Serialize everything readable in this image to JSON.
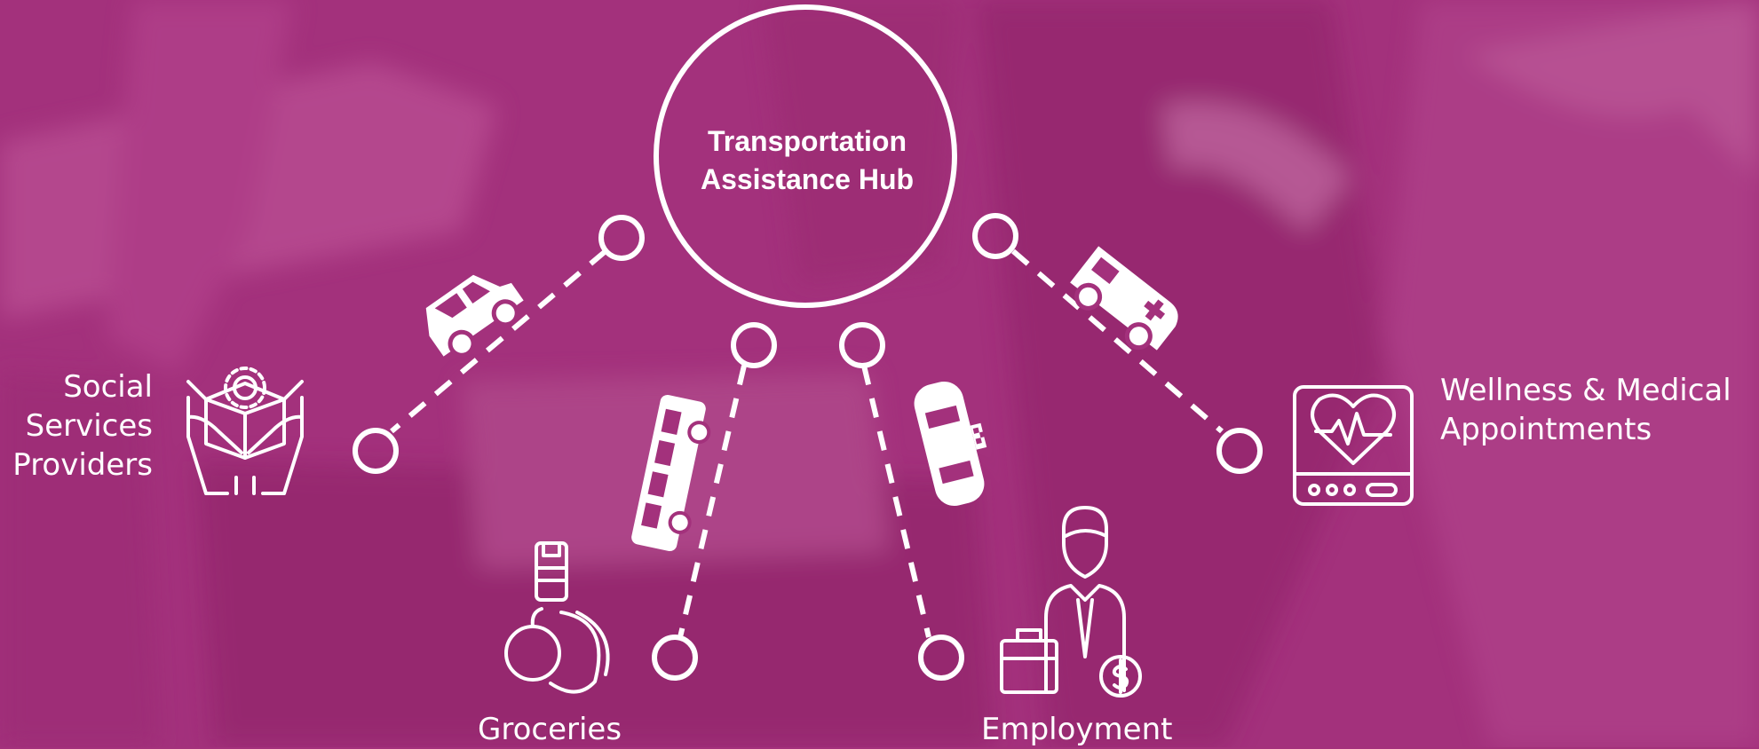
{
  "hub": {
    "line1": "Transportation",
    "line2": "Assistance Hub"
  },
  "nodes": {
    "social": {
      "line1": "Social",
      "line2": "Services",
      "line3": "Providers"
    },
    "wellness": {
      "line1": "Wellness & Medical",
      "line2": "Appointments"
    },
    "groceries": {
      "label": "Groceries"
    },
    "employment": {
      "label": "Employment"
    }
  },
  "colors": {
    "overlay": "#a3317c",
    "foreground": "#ffffff"
  },
  "icons": [
    "car-icon",
    "bus-icon",
    "taxi-icon",
    "ambulance-icon",
    "care-package-icon",
    "groceries-icon",
    "employment-icon",
    "heart-monitor-icon"
  ]
}
